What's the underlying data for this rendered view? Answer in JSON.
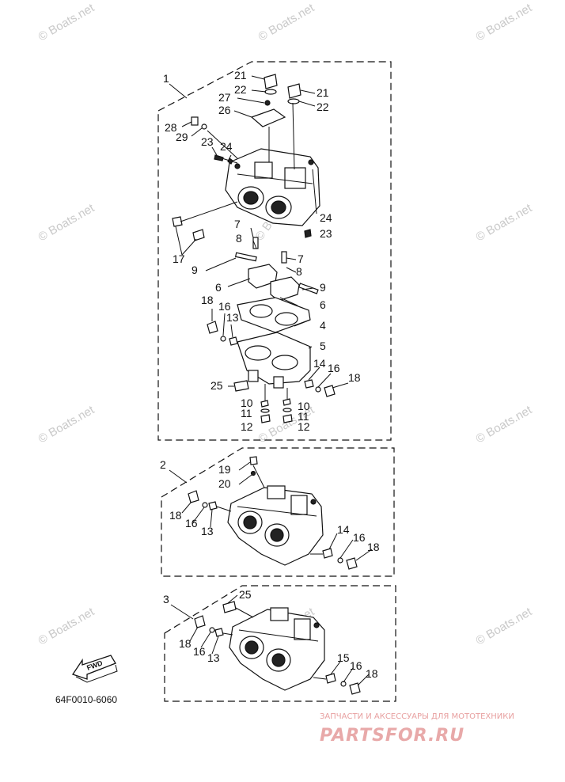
{
  "watermark": "© Boats.net",
  "figure_code": "64F0010-6060",
  "direction_label": "FWD",
  "ad": {
    "tagline": "ЗАПЧАСТИ И АКСЕССУАРЫ ДЛЯ МОТОТЕХНИКИ",
    "brand": "PARTSFOR.RU"
  },
  "groups": [
    {
      "id": "1",
      "label": "1"
    },
    {
      "id": "2",
      "label": "2"
    },
    {
      "id": "3",
      "label": "3"
    }
  ],
  "callouts": {
    "g1": [
      "21",
      "22",
      "27",
      "26",
      "21",
      "22",
      "28",
      "29",
      "23",
      "24",
      "24",
      "23",
      "17",
      "7",
      "8",
      "9",
      "7",
      "8",
      "6",
      "9",
      "6",
      "4",
      "18",
      "16",
      "13",
      "5",
      "14",
      "16",
      "18",
      "25",
      "10",
      "11",
      "12",
      "10",
      "11",
      "12"
    ],
    "g2": [
      "19",
      "20",
      "18",
      "16",
      "13",
      "14",
      "16",
      "18"
    ],
    "g3": [
      "25",
      "18",
      "16",
      "13",
      "15",
      "16",
      "18"
    ]
  },
  "colors": {
    "line": "#111111",
    "watermark": "#c9c9c9",
    "ad": "#e8a9a9"
  }
}
